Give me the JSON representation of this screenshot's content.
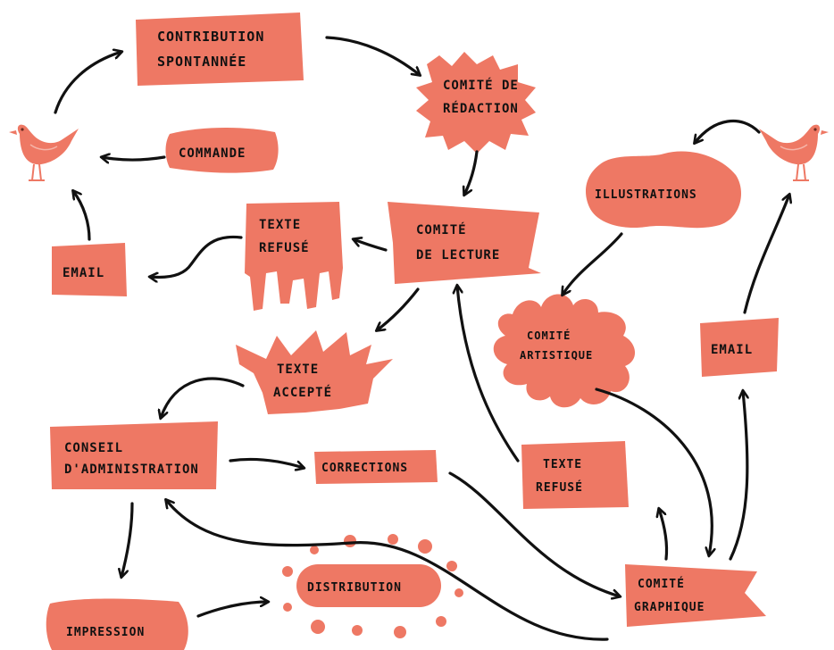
{
  "colors": {
    "node_fill": "#ee7864",
    "ink": "#111111",
    "background": "#ffffff"
  },
  "icons": {
    "bird_left": "bird-icon",
    "bird_right": "bird-icon"
  },
  "nodes": {
    "contribution": {
      "line1": "CONTRIBUTION",
      "line2": "SPONTANNÉE"
    },
    "comite_redaction": {
      "line1": "COMITÉ DE",
      "line2": "RÉDACTION"
    },
    "commande": {
      "label": "COMMANDE"
    },
    "comite_lecture": {
      "line1": "COMITÉ",
      "line2": "DE LECTURE"
    },
    "texte_refuse_1": {
      "line1": "TEXTE",
      "line2": "REFUSÉ"
    },
    "email_left": {
      "label": "EMAIL"
    },
    "illustrations": {
      "label": "ILLUSTRATIONS"
    },
    "comite_artistique": {
      "line1": "COMITÉ",
      "line2": "ARTISTIQUE"
    },
    "email_right": {
      "label": "EMAIL"
    },
    "texte_accepte": {
      "line1": "TEXTE",
      "line2": "ACCEPTÉ"
    },
    "conseil": {
      "line1": "CONSEIL",
      "line2": "D'ADMINISTRATION"
    },
    "corrections": {
      "label": "CORRECTIONS"
    },
    "texte_refuse_2": {
      "line1": "TEXTE",
      "line2": "REFUSÉ"
    },
    "distribution": {
      "label": "DISTRIBUTION"
    },
    "impression": {
      "label": "IMPRESSION"
    },
    "comite_graphique": {
      "line1": "COMITÉ",
      "line2": "GRAPHIQUE"
    }
  }
}
